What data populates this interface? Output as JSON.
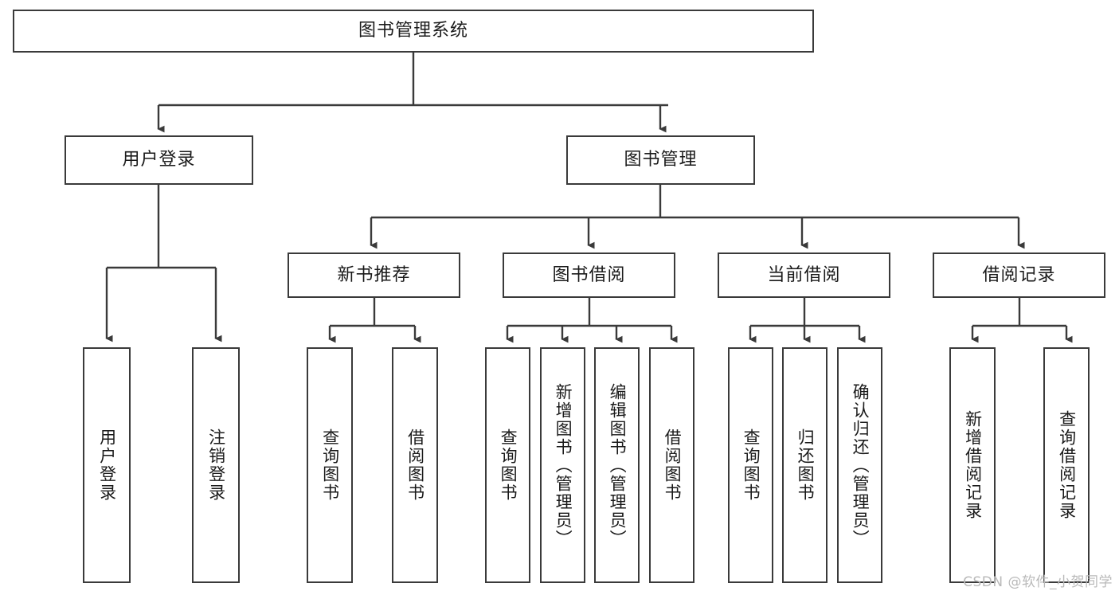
{
  "diagram": {
    "title": "图书管理系统",
    "type": "tree",
    "colors": {
      "border": "#3a3a3a",
      "text": "#1a1a1a",
      "background": "#ffffff",
      "connector": "#3a3a3a",
      "watermark": "#b9b9b9"
    },
    "root": {
      "label": "图书管理系统"
    },
    "level2": [
      {
        "label": "用户登录"
      },
      {
        "label": "图书管理"
      }
    ],
    "level3": [
      {
        "label": "新书推荐"
      },
      {
        "label": "图书借阅"
      },
      {
        "label": "当前借阅"
      },
      {
        "label": "借阅记录"
      }
    ],
    "leaves": {
      "user_login": [
        {
          "label": "用户登录"
        },
        {
          "label": "注销登录"
        }
      ],
      "new_book": [
        {
          "label": "查询图书"
        },
        {
          "label": "借阅图书"
        }
      ],
      "book_borrow": [
        {
          "label": "查询图书"
        },
        {
          "label": "新增图书（管理员）"
        },
        {
          "label": "编辑图书（管理员）"
        },
        {
          "label": "借阅图书"
        }
      ],
      "current_borrow": [
        {
          "label": "查询图书"
        },
        {
          "label": "归还图书"
        },
        {
          "label": "确认归还（管理员）"
        }
      ],
      "borrow_record": [
        {
          "label": "新增借阅记录"
        },
        {
          "label": "查询借阅记录"
        }
      ]
    }
  },
  "watermark": {
    "text": "CSDN @软件_小贺同学"
  }
}
